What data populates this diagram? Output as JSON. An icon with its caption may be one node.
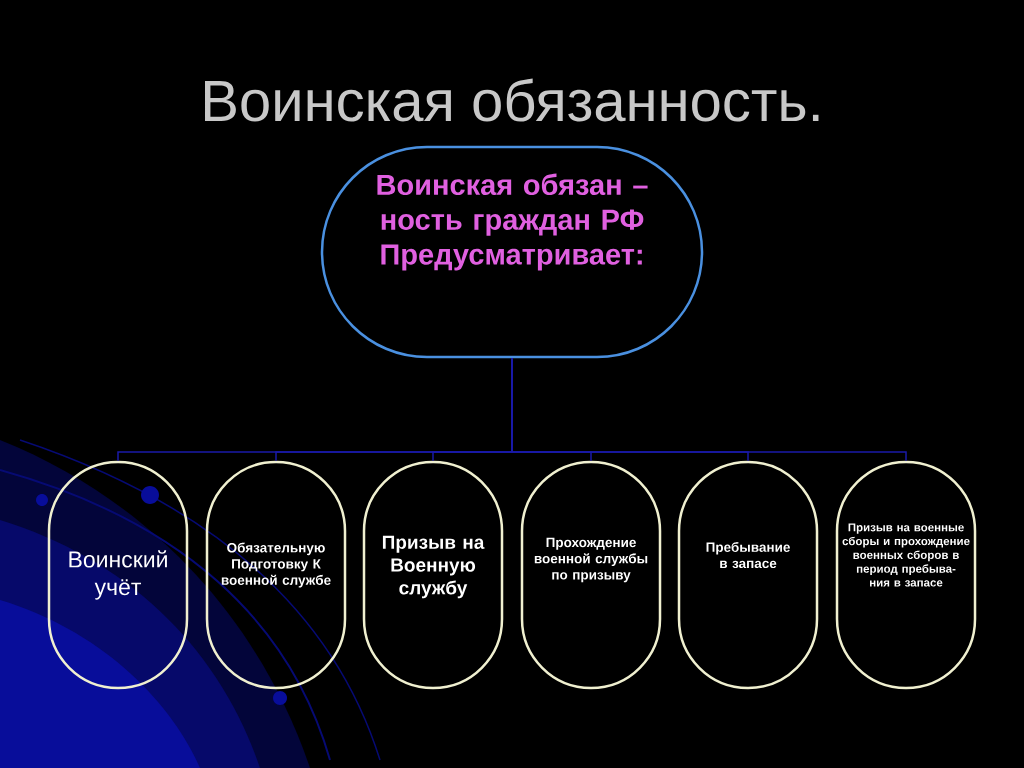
{
  "diagram": {
    "title": "Воинская обязанность.",
    "nodes": [
      {
        "text": [
          "Воинская обязан – ность граждан РФ Предусматривает:"
        ]
      },
      {
        "text": [
          "Воинский учёт"
        ]
      },
      {
        "text": [
          "Обязательную Подготовку К военной службе"
        ]
      },
      {
        "text": [
          "Призыв на Военную службу"
        ]
      },
      {
        "text": [
          "Прохождение военной службы по призыву"
        ]
      },
      {
        "text": [
          "Пребывание в запасе"
        ]
      },
      {
        "text": [
          "Призыв на военные сборы и прохождение военных сборов в период пребыва- ния в запасе"
        ]
      }
    ],
    "edges": [
      {
        "from": 0,
        "to": 1,
        "arrow": "none"
      },
      {
        "from": 0,
        "to": 2,
        "arrow": "none"
      },
      {
        "from": 0,
        "to": 3,
        "arrow": "none"
      },
      {
        "from": 0,
        "to": 4,
        "arrow": "none"
      },
      {
        "from": 0,
        "to": 5,
        "arrow": "none"
      },
      {
        "from": 0,
        "to": 6,
        "arrow": "none"
      }
    ]
  }
}
